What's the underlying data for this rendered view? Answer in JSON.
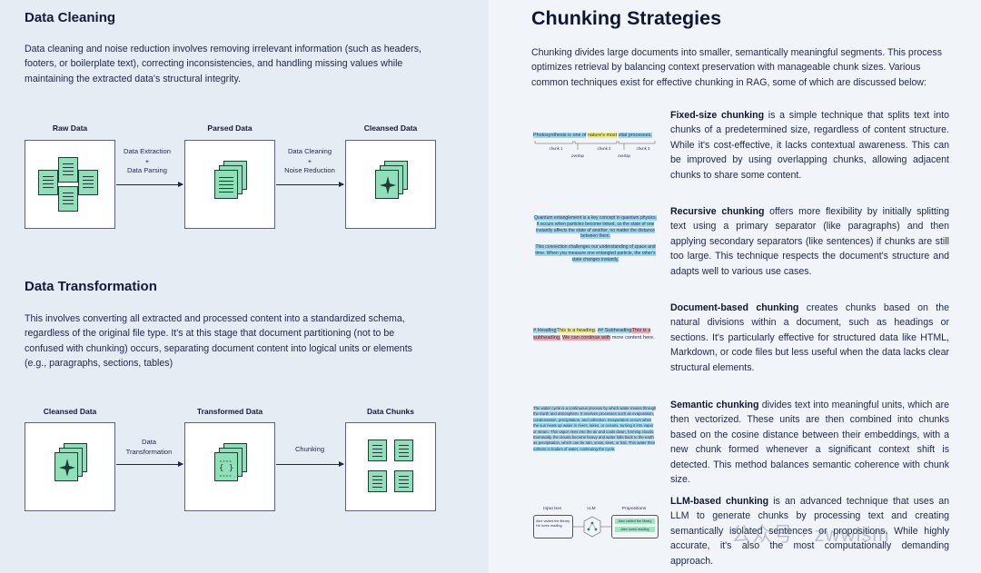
{
  "data_cleaning": {
    "heading": "Data Cleaning",
    "body": "Data cleaning and noise reduction involves removing irrelevant information (such as headers, footers, or boilerplate text), correcting inconsistencies, and handling missing values while maintaining the extracted data's structural integrity.",
    "stages": [
      "Raw Data",
      "Parsed Data",
      "Cleansed Data"
    ],
    "arrow1": [
      "Data Extraction",
      "+",
      "Data Parsing"
    ],
    "arrow2": [
      "Data Cleaning",
      "+",
      "Noise Reduction"
    ]
  },
  "data_transformation": {
    "heading": "Data Transformation",
    "body": "This involves converting all extracted and processed content into a standardized schema, regardless of the original file type. It's at this stage that document partitioning (not to be confused with chunking) occurs, separating document content into logical units or elements (e.g., paragraphs, sections, tables)",
    "stages": [
      "Cleansed Data",
      "Transformed Data",
      "Data Chunks"
    ],
    "arrow1": [
      "Data",
      "Transformation"
    ],
    "arrow2": [
      "Chunking"
    ]
  },
  "chunking": {
    "title": "Chunking Strategies",
    "intro": "Chunking divides large documents into smaller, semantically meaningful segments. This process optimizes retrieval by balancing context preservation with manageable chunk sizes. Various common techniques exist for effective chunking in RAG, some of which are discussed below:",
    "strategies": [
      {
        "name": "Fixed-size chunking",
        "desc": " is a simple technique that splits text into chunks of a predetermined size, regardless of content structure. While it's cost-effective, it lacks contextual awareness. This can be improved by using overlapping chunks, allowing adjacent chunks to share some content."
      },
      {
        "name": "Recursive chunking",
        "desc": " offers more flexibility by initially splitting text using a primary separator (like paragraphs) and then applying secondary separators (like sentences) if chunks are still too large. This technique respects the document's structure and adapts well to various use cases."
      },
      {
        "name": "Document-based chunking",
        "desc": " creates chunks based on the natural divisions within a document, such as headings or sections. It's particularly effective for structured data like HTML, Markdown, or code files but less useful when the data lacks clear structural elements."
      },
      {
        "name": "Semantic chunking",
        "desc": " divides text into meaningful units, which are then vectorized. These units are then combined into chunks based on the cosine distance between their embeddings, with a new chunk formed whenever a significant context shift is detected. This method balances semantic coherence with chunk size."
      },
      {
        "name": "LLM-based chunking",
        "desc": " is an advanced technique that uses an LLM to generate chunks by processing text and creating semantically isolated sentences or propositions. While highly accurate, it's also the most computationally demanding approach."
      }
    ],
    "fixed_example": {
      "parts": [
        "Photosynthesis is one of",
        "nature's most",
        "vital processes."
      ],
      "labels": [
        "chunk 1",
        "chunk 2",
        "chunk 3",
        "overlap",
        "overlap"
      ]
    },
    "recursive_example": {
      "p1": "Quantum entanglement is a key concept in quantum physics. It occurs when particles become linked, so the state of one instantly affects the state of another, no matter the distance between them.",
      "p2": "This connection challenges our understanding of space and time. When you measure one entangled particle, the other's state changes instantly."
    },
    "document_example": [
      "# Heading",
      "This is a heading.",
      "## Subheading",
      "This is a subheading.",
      "We can continue with",
      "more content here."
    ],
    "semantic_example": "The water cycle is a continuous process by which water moves through the Earth and atmosphere. It involves processes such as evaporation, condensation, precipitation, and collection. Evaporation occurs when the sun heats up water in rivers, lakes, or oceans, turning it into vapor or steam. This vapor rises into the air and cools down, forming clouds. Eventually, the clouds become heavy and water falls back to the earth as precipitation, which can be rain, snow, sleet, or hail. This water then collects in bodies of water, continuing the cycle.",
    "llm_example": {
      "input_label": "Input text",
      "llm_label": "LLM",
      "prop_label": "Propositions",
      "input_text": "Alex visited the library. He loves reading.",
      "props": [
        "Alex visited the library",
        "Alex loves reading"
      ]
    }
  },
  "watermark": "公众号 · zwwlsm"
}
